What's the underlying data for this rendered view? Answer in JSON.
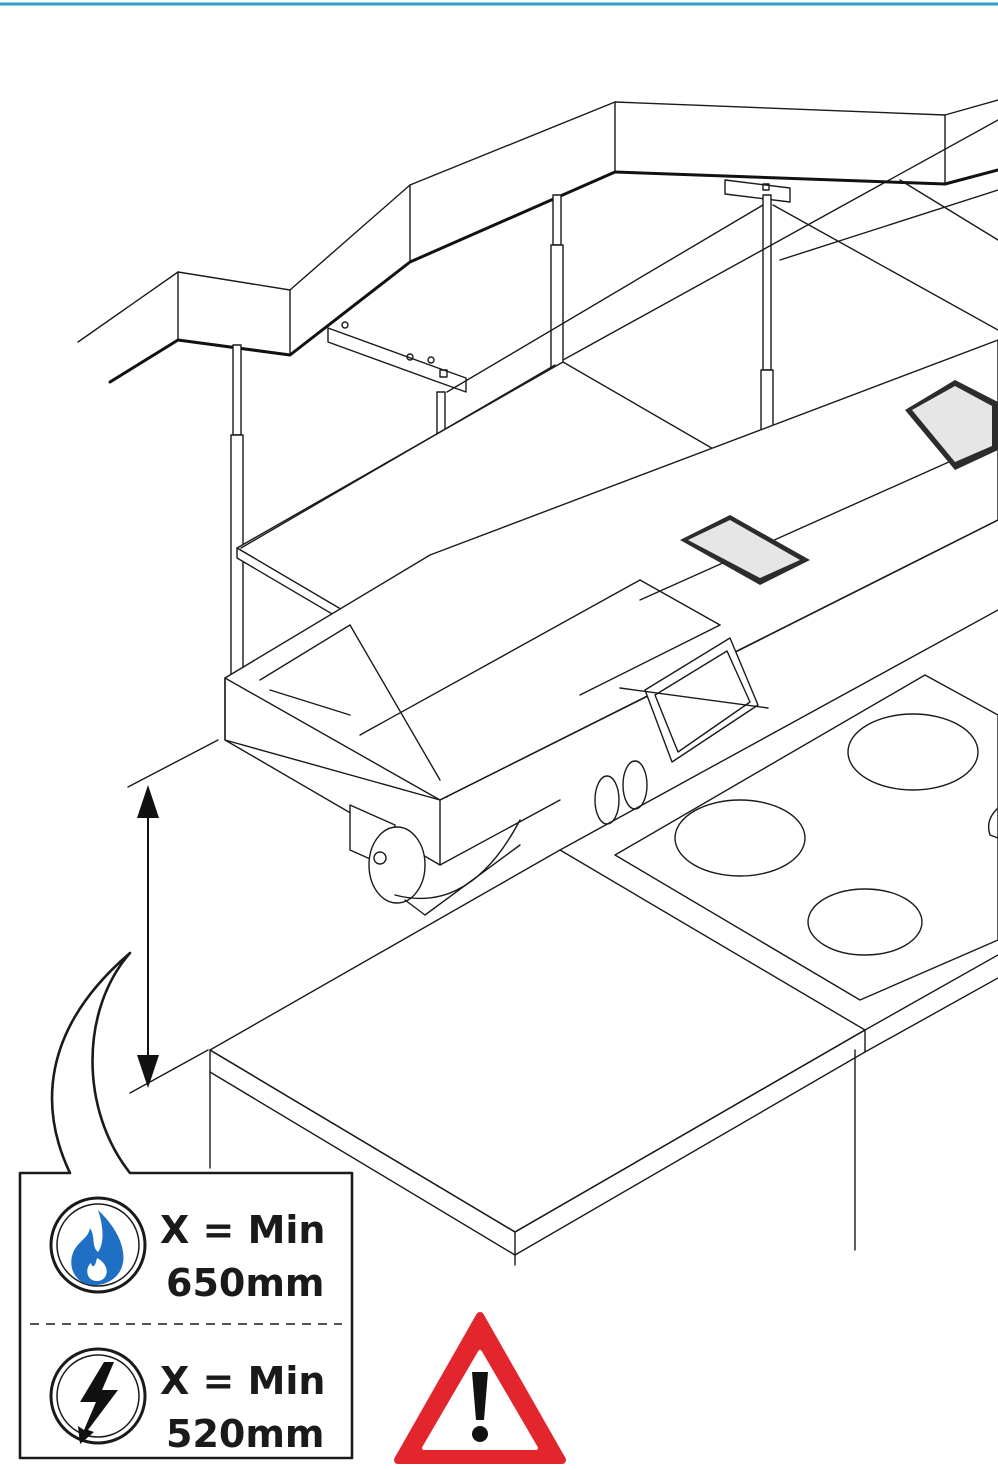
{
  "colors": {
    "header_rule": "#2aa2c8",
    "gas_icon": "#1f6fc4",
    "warning_red": "#e3262e"
  },
  "callout": {
    "gas": {
      "icon": "gas-flame-icon",
      "line1": "X = Min",
      "line2": "650mm"
    },
    "electric": {
      "icon": "lightning-bolt-icon",
      "line1": "X = Min",
      "line2": "520mm"
    }
  },
  "warning": {
    "icon": "warning-triangle-icon"
  }
}
